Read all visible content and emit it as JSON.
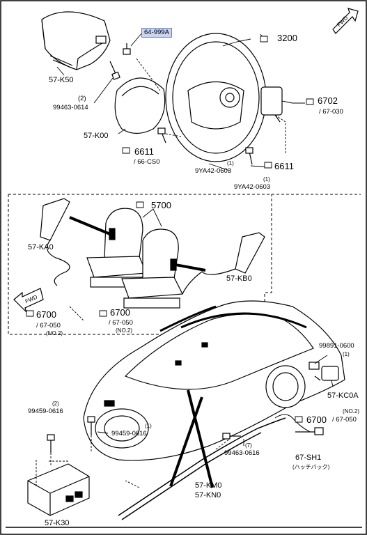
{
  "labels": {
    "p64999A": "64-999A",
    "p3200": "3200",
    "p57K50": "57-K50",
    "q2a": "(2)",
    "p99463_0614": "99463-0614",
    "p57K00": "57-K00",
    "p6611a": "6611",
    "p66CS0": "/ 66-CS0",
    "q1a": "(1)",
    "p9YA42a": "9YA42-0603",
    "p6611b": "6611",
    "q1b": "(1)",
    "p9YA42b": "9YA42-0603",
    "p6702": "6702",
    "p67030": "/ 67-030",
    "p5700": "5700",
    "p57KA0": "57-KA0",
    "p57KB0": "57-KB0",
    "p6700a": "6700",
    "p67050a": "/ 67-050",
    "no2a": "(NO.2)",
    "p6700b": "6700",
    "p67050b": "/ 67-050",
    "no2b": "(NO.2)",
    "p99891": "99891-0600",
    "q1c": "(1)",
    "p57KC0A": "57-KC0A",
    "no2c": "(NO.2)",
    "p6700c": "6700",
    "p67050c": "/ 67-050",
    "q2b": "(2)",
    "p99459a": "99459-0616",
    "q1d": "(1)",
    "p99459b": "99459-0616",
    "q7": "(7)",
    "p99463_0616": "99463-0616",
    "p67SH1": "67-SH1",
    "hatchback": "(ハッチバック)",
    "p57KM0": "57-KM0",
    "p57KN0": "57-KN0",
    "p57K30": "57-K30",
    "fwd_a": "FWD",
    "fwd_b": "FWD"
  }
}
